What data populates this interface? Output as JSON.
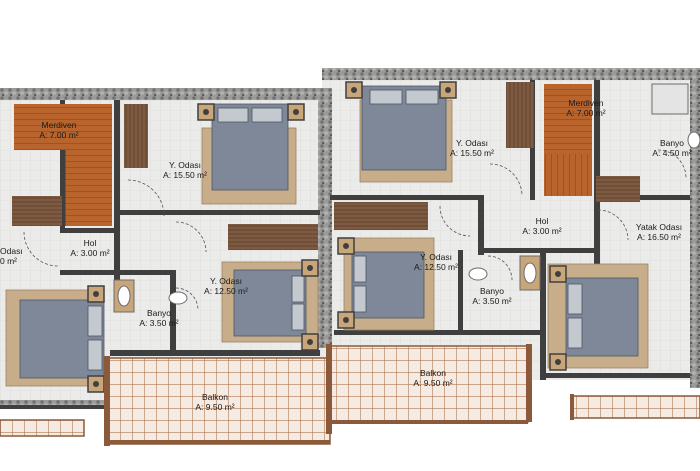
{
  "rooms": [
    {
      "id": "merdiven-left",
      "name": "Merdiven",
      "area": "A: 7.00 m²"
    },
    {
      "id": "yodasi-top-left",
      "name": "Y. Odası",
      "area": "A: 15.50 m²"
    },
    {
      "id": "hol-left",
      "name": "Hol",
      "area": "A: 3.00 m²"
    },
    {
      "id": "odasi-edge-left",
      "name": "Odası",
      "area": "0 m²"
    },
    {
      "id": "yodasi-mid-left",
      "name": "Y. Odası",
      "area": "A: 12.50 m²"
    },
    {
      "id": "banyo-left",
      "name": "Banyo",
      "area": "A: 3.50 m²"
    },
    {
      "id": "balkon-left",
      "name": "Balkon",
      "area": "A: 9.50 m²"
    },
    {
      "id": "yodasi-top-mid",
      "name": "Y. Odası",
      "area": "A: 15.50 m²"
    },
    {
      "id": "merdiven-right",
      "name": "Merdiven",
      "area": "A: 7.00 m²"
    },
    {
      "id": "banyo-top-right",
      "name": "Banyo",
      "area": "A: 4.50 m²"
    },
    {
      "id": "hol-right",
      "name": "Hol",
      "area": "A: 3.00 m²"
    },
    {
      "id": "yatak-odasi",
      "name": "Yatak Odası",
      "area": "A: 16.50 m²"
    },
    {
      "id": "yodasi-mid-right",
      "name": "Y. Odası",
      "area": "A: 12.50 m²"
    },
    {
      "id": "banyo-mid-right",
      "name": "Banyo",
      "area": "A: 3.50 m²"
    },
    {
      "id": "balkon-mid",
      "name": "Balkon",
      "area": "A: 9.50 m²"
    }
  ],
  "colors": {
    "wall": "#4a4a4a",
    "stone": "#8c8c8c",
    "floor": "#e9e9e7",
    "tile": "#dcdcda",
    "stair": "#b8642c",
    "wood": "#7a5a44",
    "bed": "#7d8795",
    "rug": "#c9b08e",
    "balcony": "#c09070",
    "nightstand": "#c8a67a"
  }
}
